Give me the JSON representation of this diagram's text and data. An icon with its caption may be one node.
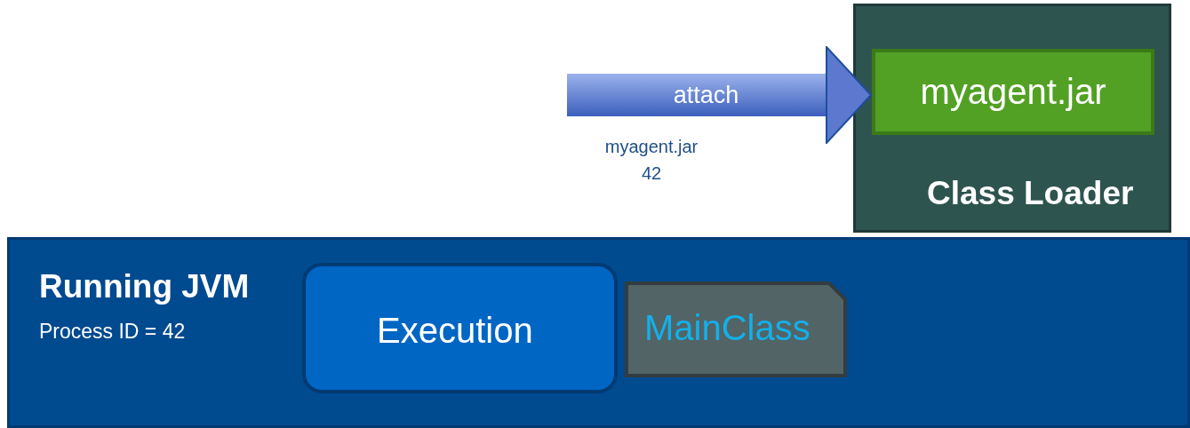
{
  "diagram": {
    "nodes": [
      {
        "text": [
          "Class Loader"
        ]
      },
      {
        "text": [
          "myagent.jar"
        ],
        "in": 0
      },
      {
        "text": [
          "Running JVM",
          "Process ID = 42"
        ]
      },
      {
        "text": [
          "Execution"
        ],
        "in": 2
      },
      {
        "text": [
          "MainClass"
        ],
        "in": 2
      }
    ],
    "edges": [
      {
        "from": null,
        "to": 1,
        "arrow": "to",
        "label": "attach"
      }
    ],
    "labels": [
      "myagent.jar 42"
    ]
  }
}
